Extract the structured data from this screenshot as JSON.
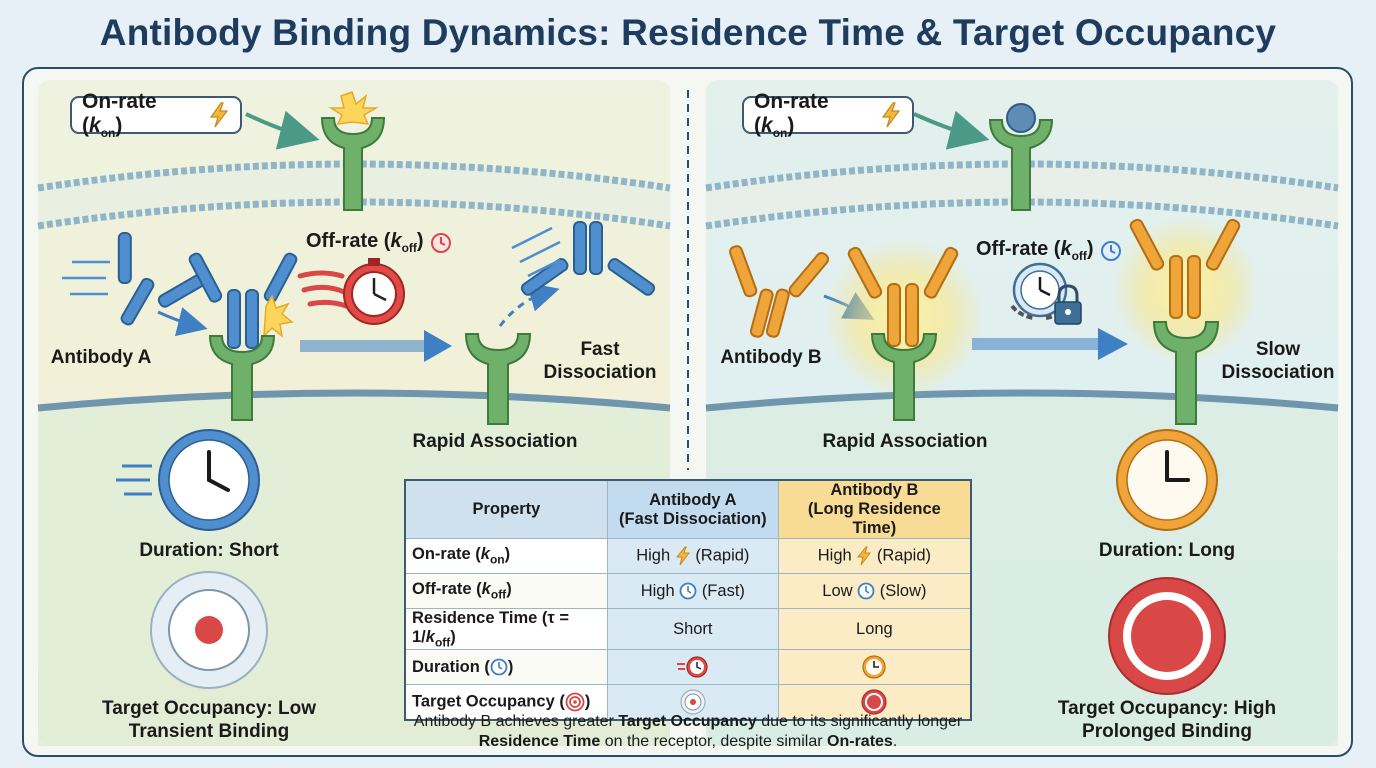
{
  "title": "Antibody Binding Dynamics: Residence Time & Target Occupancy",
  "left_panel": {
    "on_rate": {
      "label": "On-rate (",
      "k": "k",
      "sub": "on",
      "close": ")"
    },
    "off_rate": {
      "label": "Off-rate (",
      "k": "k",
      "sub": "off",
      "close": ")"
    },
    "antibody": "Antibody A",
    "association": "Rapid Association",
    "dissociation_line1": "Fast",
    "dissociation_line2": "Dissociation",
    "duration": "Duration: Short",
    "occupancy_line1": "Target Occupancy: Low",
    "occupancy_line2": "Transient Binding"
  },
  "right_panel": {
    "on_rate": {
      "label": "On-rate (",
      "k": "k",
      "sub": "on",
      "close": ")"
    },
    "off_rate": {
      "label": "Off-rate (",
      "k": "k",
      "sub": "off",
      "close": ")"
    },
    "antibody": "Antibody B",
    "association": "Rapid Association",
    "dissociation_line1": "Slow",
    "dissociation_line2": "Dissociation",
    "duration": "Duration: Long",
    "occupancy_line1": "Target Occupancy: High",
    "occupancy_line2": "Prolonged Binding"
  },
  "table": {
    "headers": {
      "property": "Property",
      "a_line1": "Antibody A",
      "a_line2": "(Fast Dissociation)",
      "b_line1": "Antibody B",
      "b_line2": "(Long Residence Time)"
    },
    "rows": {
      "on_rate": {
        "label": "On-rate (",
        "k": "k",
        "sub": "on",
        "close": ")",
        "a_pre": "High",
        "a_post": "(Rapid)",
        "b_pre": "High",
        "b_post": "(Rapid)"
      },
      "off_rate": {
        "label": "Off-rate (",
        "k": "k",
        "sub": "off",
        "close": ")",
        "a_pre": "High",
        "a_post": "(Fast)",
        "b_pre": "Low",
        "b_post": "(Slow)"
      },
      "residence": {
        "label": "Residence Time (τ = 1/",
        "k": "k",
        "sub": "off",
        "close": ")",
        "a": "Short",
        "b": "Long"
      },
      "duration": {
        "label": "Duration (",
        "close": ")"
      },
      "occupancy": {
        "label": "Target Occupancy (",
        "close": ")"
      }
    }
  },
  "footnote": {
    "p1": "Antibody B achieves greater ",
    "b1": "Target Occupancy",
    "p2": " due to its significantly longer ",
    "b2": "Residence Time",
    "p3": " on the receptor, despite similar ",
    "b3": "On-rates",
    "p4": "."
  },
  "colors": {
    "title": "#1e3c5e",
    "frame": "#2e4d6b",
    "receptor": "#6fb06a",
    "antibody_a": "#4f8fcf",
    "antibody_b": "#f0a53a",
    "arrow": "#3f7fc4",
    "target_red": "#d94747",
    "lightning": "#f4b73c"
  },
  "icons": [
    "lightning-icon",
    "clock-icon",
    "stopwatch-icon",
    "lock-icon",
    "target-icon"
  ]
}
